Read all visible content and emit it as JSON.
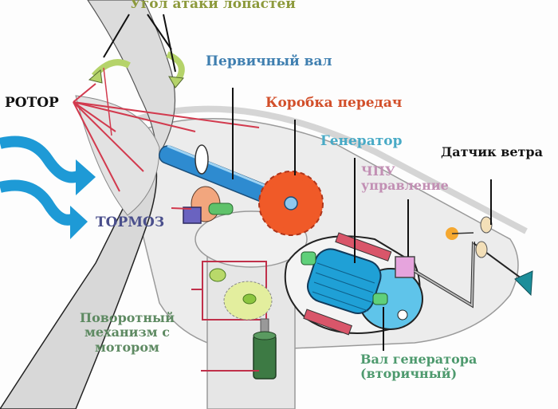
{
  "diagram": {
    "subject": "Wind turbine components",
    "labels": {
      "blade_pitch": "Угол атаки лопастей",
      "primary_shaft": "Первичный вал",
      "rotor": "РОТОР",
      "gearbox": "Коробка передач",
      "generator": "Генератор",
      "wind_sensor": "Датчик ветра",
      "cnc_line1": "ЧПУ",
      "cnc_line2": "управление",
      "brake": "ТОРМОЗ",
      "yaw_line1": "Поворотный",
      "yaw_line2": "механизм с",
      "yaw_line3": "мотором",
      "gen_shaft_line1": "Вал генератора",
      "gen_shaft_line2": "(вторичный)"
    },
    "colors": {
      "blade_pitch": "#8d9a3c",
      "primary_shaft": "#3f7fb0",
      "rotor": "#111111",
      "gearbox": "#d24f2a",
      "generator": "#48aac6",
      "wind_sensor": "#151515",
      "cnc": "#c28fb4",
      "brake": "#4a4f8c",
      "yaw": "#5e8a62",
      "gen_shaft": "#4e9a6e",
      "wind_arrows": "#1e9ad6",
      "leader_red": "#d23a4e"
    }
  }
}
